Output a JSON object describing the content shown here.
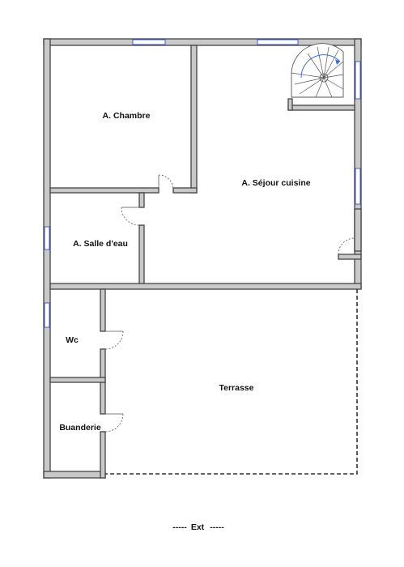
{
  "rooms": {
    "chambre": "A. Chambre",
    "sejour": "A. Séjour cuisine",
    "salle_eau": "A. Salle d'eau",
    "wc": "Wc",
    "buanderie": "Buanderie",
    "terrasse": "Terrasse"
  },
  "legend": {
    "dashes_left": "-----",
    "label": "Ext",
    "dashes_right": "-----"
  },
  "colors": {
    "wall_fill": "#c9c9c9",
    "wall_stroke": "#444444",
    "window": "#3050d0"
  }
}
